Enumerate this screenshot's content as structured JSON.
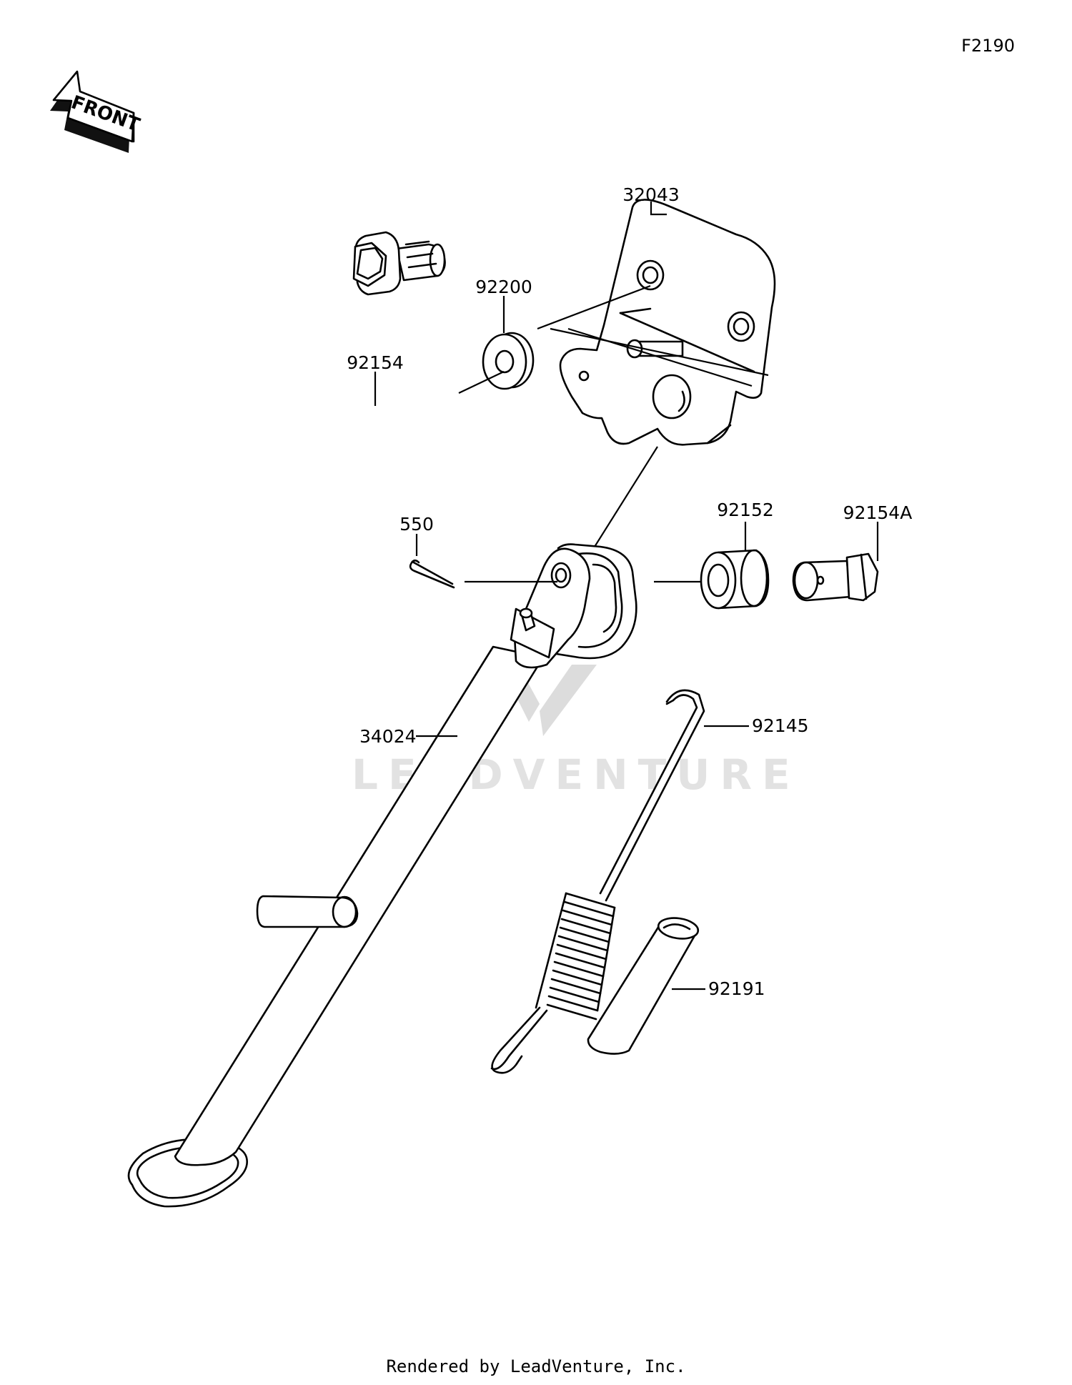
{
  "figure_code": "F2190",
  "front_label": "FRONT",
  "watermark": "LEADVENTURE",
  "footer": "Rendered by LeadVenture, Inc.",
  "parts": [
    {
      "id": "32043",
      "label": "32043"
    },
    {
      "id": "92200",
      "label": "92200"
    },
    {
      "id": "92154",
      "label": "92154"
    },
    {
      "id": "550",
      "label": "550"
    },
    {
      "id": "92152",
      "label": "92152"
    },
    {
      "id": "92154A",
      "label": "92154A"
    },
    {
      "id": "34024",
      "label": "34024"
    },
    {
      "id": "92145",
      "label": "92145"
    },
    {
      "id": "92191",
      "label": "92191"
    }
  ]
}
